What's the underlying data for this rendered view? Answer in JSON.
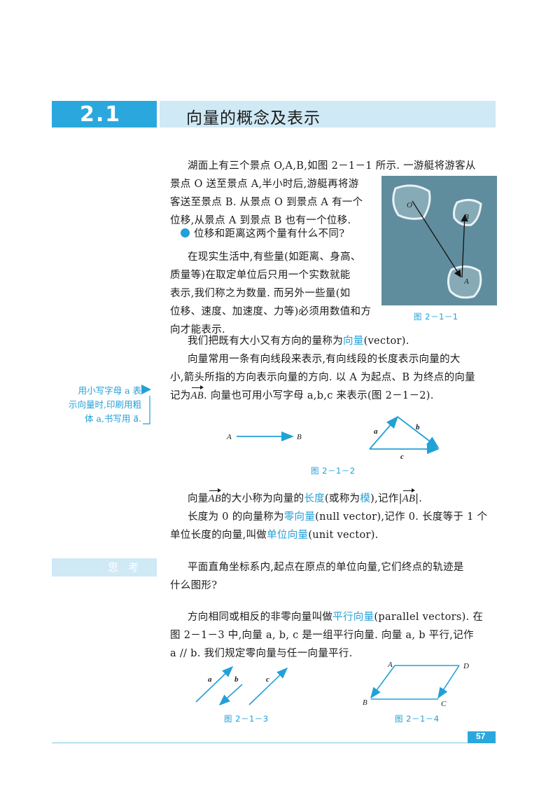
{
  "section": {
    "number": "2.1",
    "title": "向量的概念及表示"
  },
  "intro": {
    "line1": "湖面上有三个景点 O,A,B,如图 2－1－1 所示. 一游艇将游客从",
    "line2": "景点 O 送至景点 A,半小时后,游艇再将游",
    "line3": "客送至景点 B. 从景点 O 到景点 A 有一个",
    "line4": "位移,从景点 A 到景点 B 也有一个位移.",
    "question": "位移和距离这两个量有什么不同?"
  },
  "scalar_para": {
    "line1": "在现实生活中,有些量(如距离、身高、",
    "line2": "质量等)在取定单位后只用一个实数就能",
    "line3": "表示,我们称之为数量. 而另外一些量(如",
    "line4": "位移、速度、加速度、力等)必须用数值和方",
    "line5": "向才能表示."
  },
  "figure1": {
    "caption": "图 2－1－1",
    "labels": {
      "o": "O",
      "a": "A",
      "b": "B"
    }
  },
  "vector_def": {
    "pre": "我们把既有大小又有方向的量称为",
    "term": "向量",
    "post": "(vector)."
  },
  "vector_rep": {
    "line1": "向量常用一条有向线段来表示,有向线段的长度表示向量的大",
    "line2": "小,箭头所指的方向表示向量的方向. 以 A 为起点、B 为终点的向量",
    "line3_pre": "记为",
    "line3_vec": "AB",
    "line3_post": ". 向量也可用小写字母 a,b,c 来表示(图 2－1－2)."
  },
  "side_note": {
    "line1": "用小写字母 a 表",
    "line2": "示向量时,印刷用粗",
    "line3": "体 a,书写用 a⃗."
  },
  "figure2": {
    "caption": "图 2－1－2",
    "labels": {
      "a_start": "A",
      "b_end": "B",
      "side_a": "a",
      "side_b": "b",
      "side_c": "c"
    }
  },
  "length_para": {
    "pre": "向量",
    "vec": "AB",
    "mid": "的大小称为向量的",
    "term1": "长度",
    "mid2": "(或称为",
    "term2": "模",
    "post": "),记作|",
    "vec2": "AB",
    "end": "|."
  },
  "zero_para": {
    "pre": "长度为 0 的向量称为",
    "term1": "零向量",
    "mid": "(null vector),记作 0. 长度等于 1 个",
    "line2_pre": "单位长度的向量,叫做",
    "term2": "单位向量",
    "line2_post": "(unit vector)."
  },
  "think": {
    "label": "思考",
    "line1": "平面直角坐标系内,起点在原点的单位向量,它们终点的轨迹是",
    "line2": "什么图形?"
  },
  "parallel_para": {
    "pre": "方向相同或相反的非零向量叫做",
    "term": "平行向量",
    "post": "(parallel vectors). 在",
    "line2": "图 2－1－3 中,向量 a, b, c 是一组平行向量. 向量 a, b 平行,记作",
    "line3": "a // b. 我们规定零向量与任一向量平行."
  },
  "figure3": {
    "caption": "图 2－1－3",
    "labels": {
      "a": "a",
      "b": "b",
      "c": "c"
    }
  },
  "figure4": {
    "caption": "图 2－1－4",
    "labels": {
      "a": "A",
      "b": "B",
      "c": "C",
      "d": "D"
    }
  },
  "page_number": "57",
  "colors": {
    "accent": "#2aa8de",
    "accent_light": "#cfe9f5",
    "term": "#22a0d8"
  }
}
